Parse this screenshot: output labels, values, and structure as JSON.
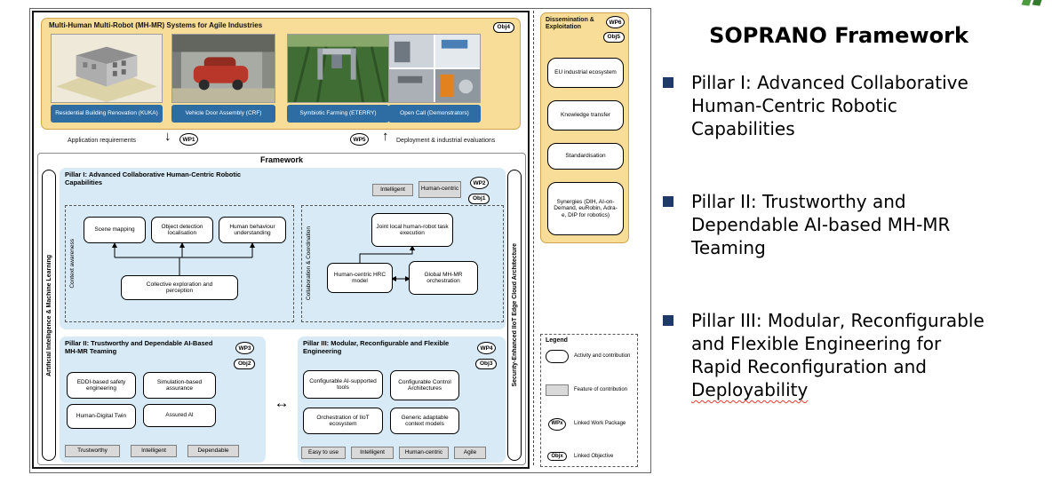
{
  "figure": {
    "top": {
      "title": "Multi-Human Multi-Robot (MH-MR) Systems for Agile Industries",
      "obj_badge": "Obj4",
      "use_cases": [
        {
          "label": "Residential Building Renovation (KUKA)"
        },
        {
          "label": "Vehicle Door Assembly (CRF)"
        },
        {
          "label": "Symbiotic Farming (ETERRY)"
        },
        {
          "label": "Open Call (Demonstrators)"
        }
      ],
      "left_flow": "Application requirements",
      "wp1": "WP1",
      "wp5": "WP5",
      "right_flow": "Deployment & industrial evaluations"
    },
    "framework": {
      "title": "Framework",
      "left_bar": "Artificial Intelligence & Machine Learning",
      "right_bar": "Security-Enhanced IIoT Edge Cloud Architecture",
      "pillar1": {
        "title": "Pillar I: Advanced Collaborative Human-Centric Robotic Capabilities",
        "tag1": "Intelligent",
        "tag2": "Human-centric",
        "wp": "WP2",
        "obj": "Obj1",
        "context": {
          "label": "Context awareness",
          "box1": "Scene mapping",
          "box2": "Object detection localisation",
          "box3": "Human behaviour understanding",
          "box4": "Collective exploration and perception"
        },
        "collab": {
          "label": "Collaboration & Coordination",
          "box1": "Joint local human-robot task execution",
          "box2": "Human-centric HRC model",
          "box3": "Global MH-MR orchestration"
        }
      },
      "pillar2": {
        "title": "Pillar II: Trustworthy and Dependable AI-Based MH-MR Teaming",
        "wp": "WP3",
        "obj": "Obj2",
        "box1": "EDDI-based safety engineering",
        "box2": "Simulation-based assurance",
        "box3": "Human-Digital Twin",
        "box4": "Assured AI",
        "tag1": "Trustworthy",
        "tag2": "Intelligent",
        "tag3": "Dependable"
      },
      "pillar3": {
        "title": "Pillar III: Modular, Reconfigurable and Flexible Engineering",
        "wp": "WP4",
        "obj": "Obj3",
        "box1": "Configurable AI-supported tools",
        "box2": "Configurable Control Architectures",
        "box3": "Orchestration of IIoT ecosystem",
        "box4": "Generic adaptable context models",
        "tag1": "Easy to use",
        "tag2": "Intelligent",
        "tag3": "Human-centric",
        "tag4": "Agile"
      }
    },
    "dissemination": {
      "title": "Dissemination & Exploitation",
      "wp": "WP6",
      "obj": "Obj5",
      "box1": "EU industrial ecosystem",
      "box2": "Knowledge transfer",
      "box3": "Standardisation",
      "box4": "Synergies (DIH, AI-on-Demand, euRobin, Adra-e, DIP for robotics)"
    },
    "legend": {
      "title": "Legend",
      "item1": "Activity and contribution",
      "item2": "Feature of contribution",
      "item3": "Linked Work Package",
      "item4": "Linked Objective",
      "wp_symbol": "WPx",
      "obj_symbol": "Objx"
    }
  },
  "panel": {
    "title": "SOPRANO Framework",
    "b1_lines": [
      "Pillar I: Advanced Collaborative",
      "Human-Centric Robotic",
      "Capabilities"
    ],
    "b2_lines": [
      "Pillar II: Trustworthy and",
      "Dependable AI-based MH-MR",
      "Teaming"
    ],
    "b3_lines": [
      "Pillar III: Modular, Reconfigurable",
      "and Flexible Engineering for",
      "Rapid Reconfiguration and"
    ],
    "b3_last_word": "Deployability"
  },
  "colors": {
    "orange": "#F8DD98",
    "pillar_blue": "#D7EAF6",
    "label_blue": "#2D6DA4",
    "bullet_navy": "#1F3A68",
    "feature_gray": "#D9D9D9"
  }
}
